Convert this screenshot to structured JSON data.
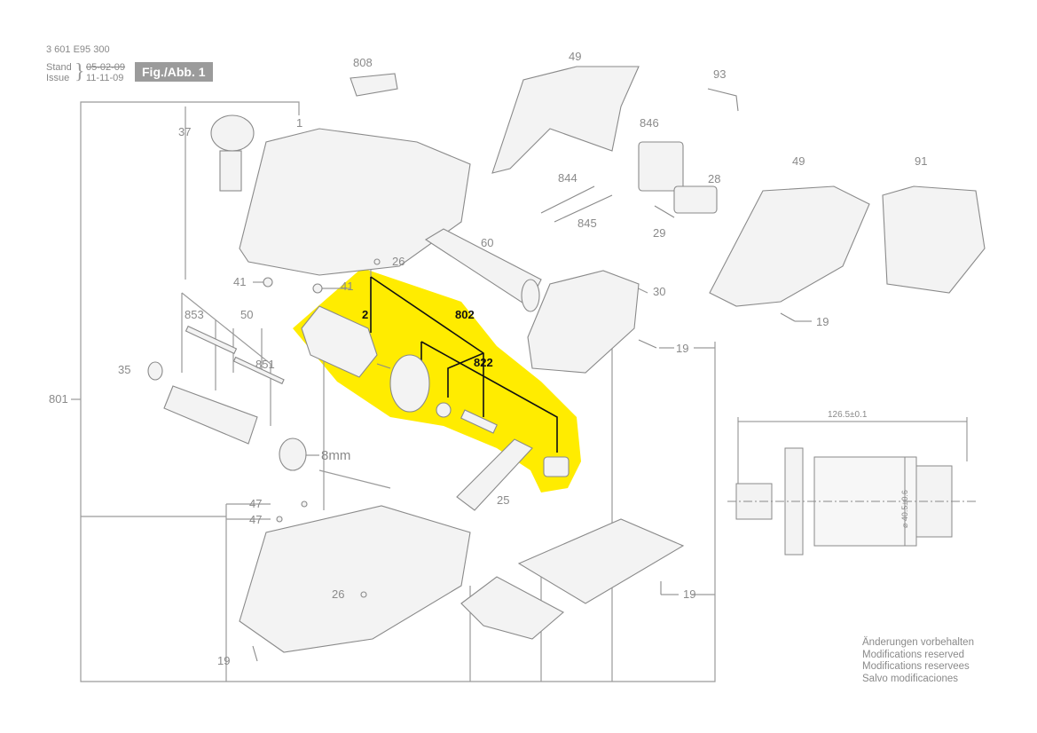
{
  "header": {
    "part_number": "3 601 E95 300",
    "stand_label": "Stand",
    "issue_label": "Issue",
    "stand_date": "05-02-09",
    "issue_date": "11-11-09",
    "figure_label": "Fig./Abb. 1"
  },
  "part_labels": {
    "p808": "808",
    "p49a": "49",
    "p93": "93",
    "p846": "846",
    "p49b": "49",
    "p91": "91",
    "p37": "37",
    "p1": "1",
    "p844": "844",
    "p845": "845",
    "p28": "28",
    "p29": "29",
    "p60": "60",
    "p26a": "26",
    "p41a": "41",
    "p41b": "41",
    "p30": "30",
    "p19a": "19",
    "p853": "853",
    "p50": "50",
    "p2": "2",
    "p802": "802",
    "p822": "822",
    "p19b": "19",
    "p35": "35",
    "p851": "851",
    "p801": "801",
    "p8mm": "8mm",
    "p25": "25",
    "p47a": "47",
    "p47b": "47",
    "p26b": "26",
    "p19c": "19",
    "p19d": "19"
  },
  "dimension": {
    "length": "126.5±0.1",
    "diameter": "⌀ 40.5±0.6"
  },
  "notes": [
    "Änderungen vorbehalten",
    "Modifications reserved",
    "Modifications reservees",
    "Salvo modificaciones"
  ],
  "colors": {
    "highlight": "#ffec00",
    "line": "#9a9a9a",
    "bold_label": "#111111"
  }
}
